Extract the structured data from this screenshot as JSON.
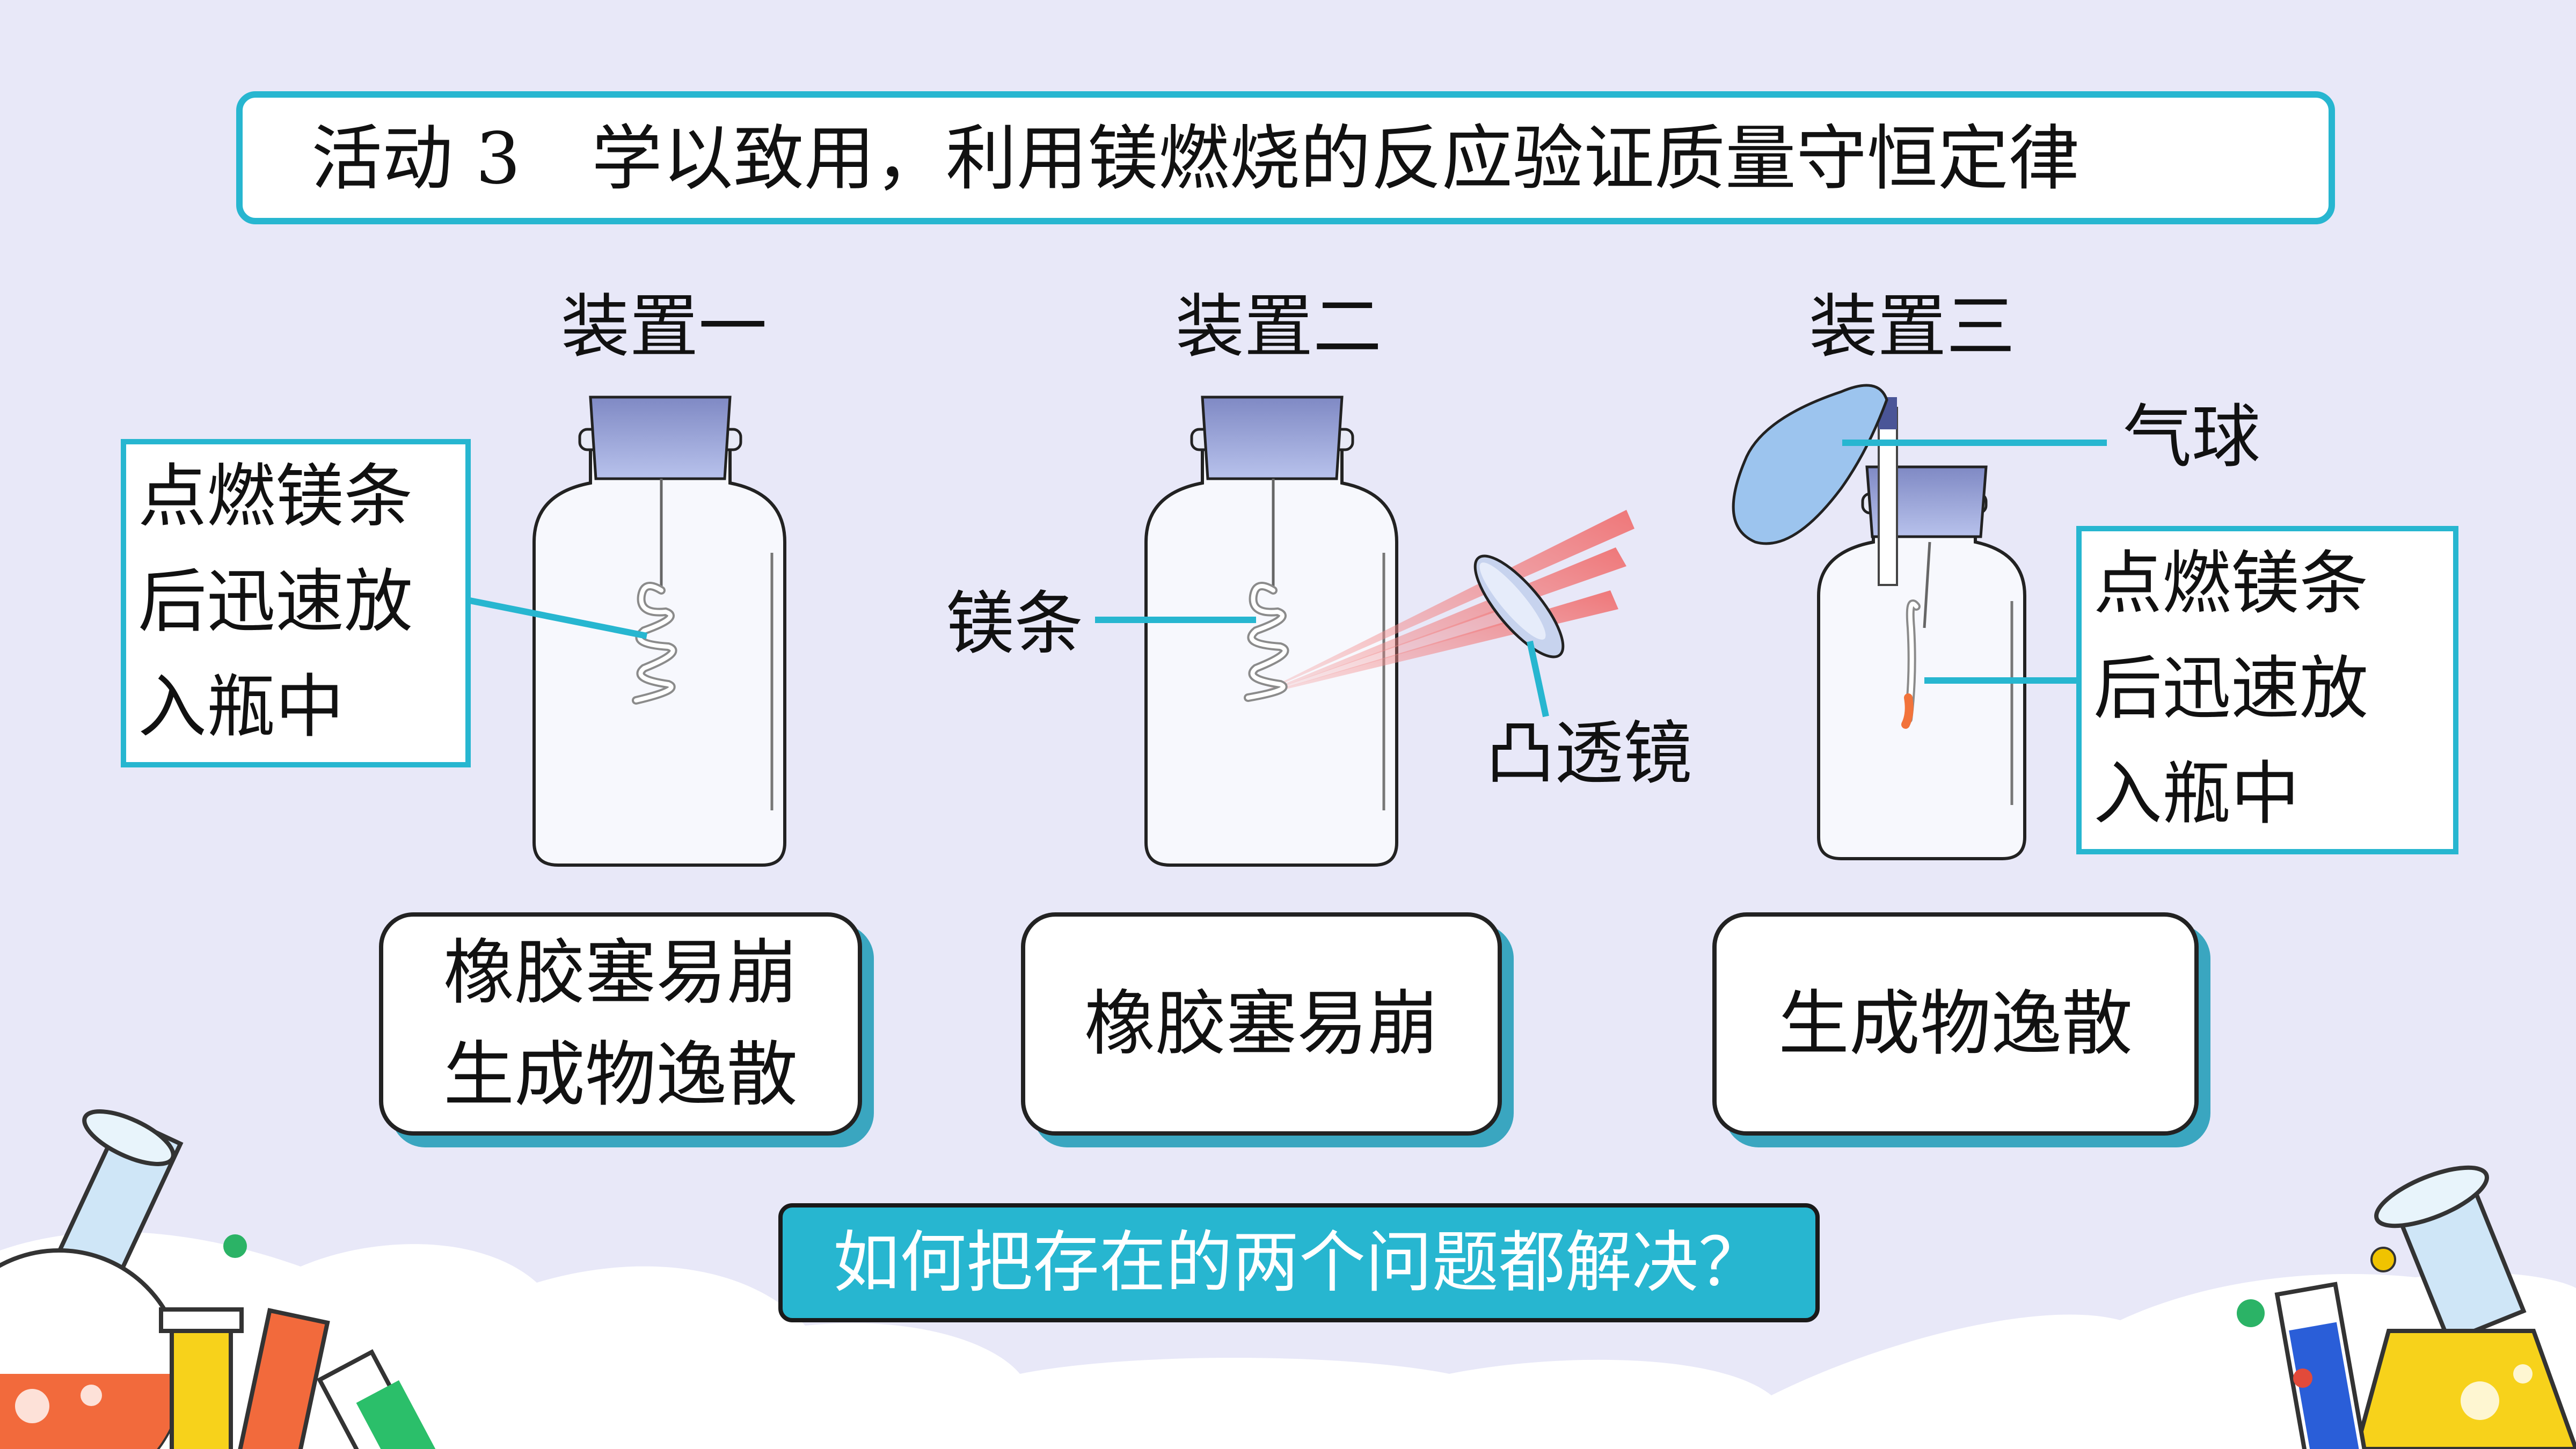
{
  "slide": {
    "title": "活动 3　学以致用，利用镁燃烧的反应验证质量守恒定律"
  },
  "devices": [
    {
      "label": "装置一",
      "note_lines": [
        "点燃镁条",
        "后迅速放",
        "入瓶中"
      ],
      "result_lines": [
        "橡胶塞易崩",
        "生成物逸散"
      ]
    },
    {
      "label": "装置二",
      "callouts": {
        "magnesium": "镁条",
        "lens": "凸透镜"
      },
      "result_lines": [
        "橡胶塞易崩"
      ]
    },
    {
      "label": "装置三",
      "callouts": {
        "balloon": "气球"
      },
      "note_lines": [
        "点燃镁条",
        "后迅速放",
        "入瓶中"
      ],
      "result_lines": [
        "生成物逸散"
      ]
    }
  ],
  "question": "如何把存在的两个问题都解决？",
  "colors": {
    "background": "#e8e8f8",
    "accent": "#27b6d0",
    "card_shadow": "#3aa6c0",
    "stopper": "#8f9bd0",
    "balloon": "#9cc4ee",
    "light_ray": "#f07878"
  },
  "icons": [
    "bottle-icon",
    "stopper-icon",
    "magnesium-strip-icon",
    "lens-icon",
    "balloon-icon",
    "flask-icon",
    "test-tube-icon"
  ]
}
